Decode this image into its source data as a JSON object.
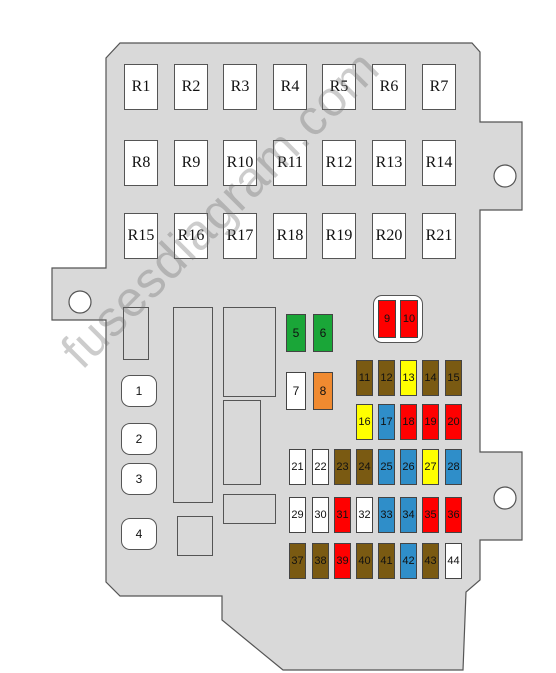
{
  "colors": {
    "panel": "#d9d9d9",
    "white": "#ffffff",
    "brown": "#7a5a12",
    "red": "#ff0000",
    "blue": "#2f8ec9",
    "yellow": "#ffff00",
    "green": "#1aa638",
    "orange": "#f08a30"
  },
  "relays": [
    "R1",
    "R2",
    "R3",
    "R4",
    "R5",
    "R6",
    "R7",
    "R8",
    "R9",
    "R10",
    "R11",
    "R12",
    "R13",
    "R14",
    "R15",
    "R16",
    "R17",
    "R18",
    "R19",
    "R20",
    "R21"
  ],
  "round_fuses": [
    "1",
    "2",
    "3",
    "4"
  ],
  "fuses": [
    {
      "label": "5",
      "color": "green"
    },
    {
      "label": "6",
      "color": "green"
    },
    {
      "label": "7",
      "color": "white"
    },
    {
      "label": "8",
      "color": "orange"
    },
    {
      "label": "9",
      "color": "red"
    },
    {
      "label": "10",
      "color": "red"
    },
    {
      "label": "11",
      "color": "brown"
    },
    {
      "label": "12",
      "color": "brown"
    },
    {
      "label": "13",
      "color": "yellow"
    },
    {
      "label": "14",
      "color": "brown"
    },
    {
      "label": "15",
      "color": "brown"
    },
    {
      "label": "16",
      "color": "yellow"
    },
    {
      "label": "17",
      "color": "blue"
    },
    {
      "label": "18",
      "color": "red"
    },
    {
      "label": "19",
      "color": "red"
    },
    {
      "label": "20",
      "color": "red"
    },
    {
      "label": "21",
      "color": "white"
    },
    {
      "label": "22",
      "color": "white"
    },
    {
      "label": "23",
      "color": "brown"
    },
    {
      "label": "24",
      "color": "brown"
    },
    {
      "label": "25",
      "color": "blue"
    },
    {
      "label": "26",
      "color": "blue"
    },
    {
      "label": "27",
      "color": "yellow"
    },
    {
      "label": "28",
      "color": "blue"
    },
    {
      "label": "29",
      "color": "white"
    },
    {
      "label": "30",
      "color": "white"
    },
    {
      "label": "31",
      "color": "red"
    },
    {
      "label": "32",
      "color": "white"
    },
    {
      "label": "33",
      "color": "blue"
    },
    {
      "label": "34",
      "color": "blue"
    },
    {
      "label": "35",
      "color": "red"
    },
    {
      "label": "36",
      "color": "red"
    },
    {
      "label": "37",
      "color": "brown"
    },
    {
      "label": "38",
      "color": "brown"
    },
    {
      "label": "39",
      "color": "red"
    },
    {
      "label": "40",
      "color": "brown"
    },
    {
      "label": "41",
      "color": "brown"
    },
    {
      "label": "42",
      "color": "blue"
    },
    {
      "label": "43",
      "color": "brown"
    },
    {
      "label": "44",
      "color": "white"
    }
  ],
  "watermark": "fusesdiagram.com"
}
